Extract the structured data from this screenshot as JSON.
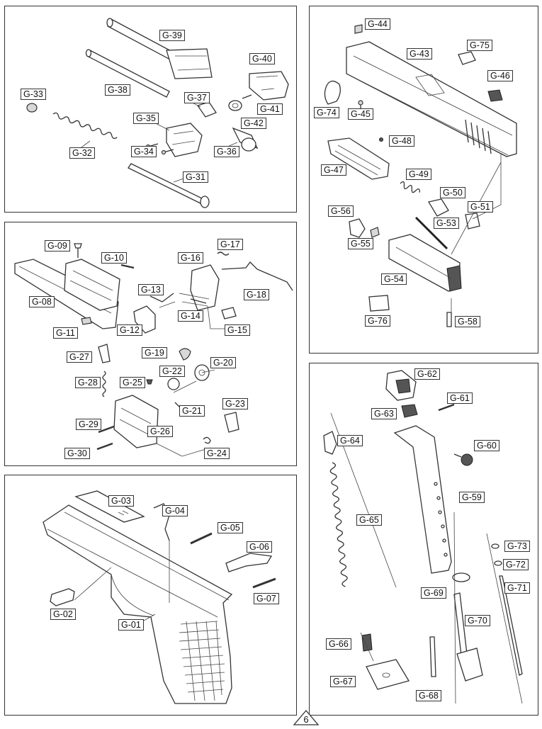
{
  "page_number": "6",
  "panels": {
    "slide_barrel": {
      "labels": [
        "G-39",
        "G-40",
        "G-38",
        "G-37",
        "G-41",
        "G-33",
        "G-35",
        "G-42",
        "G-34",
        "G-36",
        "G-32",
        "G-31"
      ]
    },
    "upper_slide": {
      "labels": [
        "G-44",
        "G-43",
        "G-75",
        "G-46",
        "G-74",
        "G-45",
        "G-48",
        "G-47",
        "G-49",
        "G-50",
        "G-51",
        "G-56",
        "G-53",
        "G-55",
        "G-54",
        "G-76",
        "G-58"
      ]
    },
    "trigger_group": {
      "labels": [
        "G-09",
        "G-10",
        "G-16",
        "G-17",
        "G-13",
        "G-18",
        "G-08",
        "G-14",
        "G-12",
        "G-15",
        "G-11",
        "G-19",
        "G-27",
        "G-20",
        "G-22",
        "G-25",
        "G-28",
        "G-21",
        "G-23",
        "G-29",
        "G-26",
        "G-30",
        "G-24"
      ]
    },
    "frame": {
      "labels": [
        "G-03",
        "G-04",
        "G-05",
        "G-06",
        "G-02",
        "G-07",
        "G-01"
      ]
    },
    "magazine": {
      "labels": [
        "G-62",
        "G-61",
        "G-63",
        "G-64",
        "G-60",
        "G-59",
        "G-65",
        "G-73",
        "G-72",
        "G-71",
        "G-69",
        "G-70",
        "G-66",
        "G-67",
        "G-68"
      ]
    }
  }
}
